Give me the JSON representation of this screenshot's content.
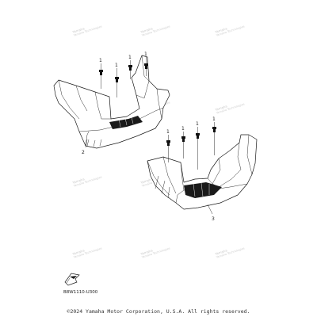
{
  "diagram": {
    "callouts": [
      "1",
      "1",
      "1",
      "1",
      "2",
      "1",
      "1",
      "1",
      "1",
      "3"
    ],
    "reference_code": "B8W1110-U300",
    "watermarks": [
      {
        "line1": "Yamaha",
        "line2": "Yamaha Technologies"
      }
    ],
    "icons": [
      "fastener-clip-icon",
      "front-arrow-icon"
    ]
  },
  "footer": {
    "copyright": "©2024 Yamaha Motor Corporation, U.S.A. All rights reserved."
  }
}
